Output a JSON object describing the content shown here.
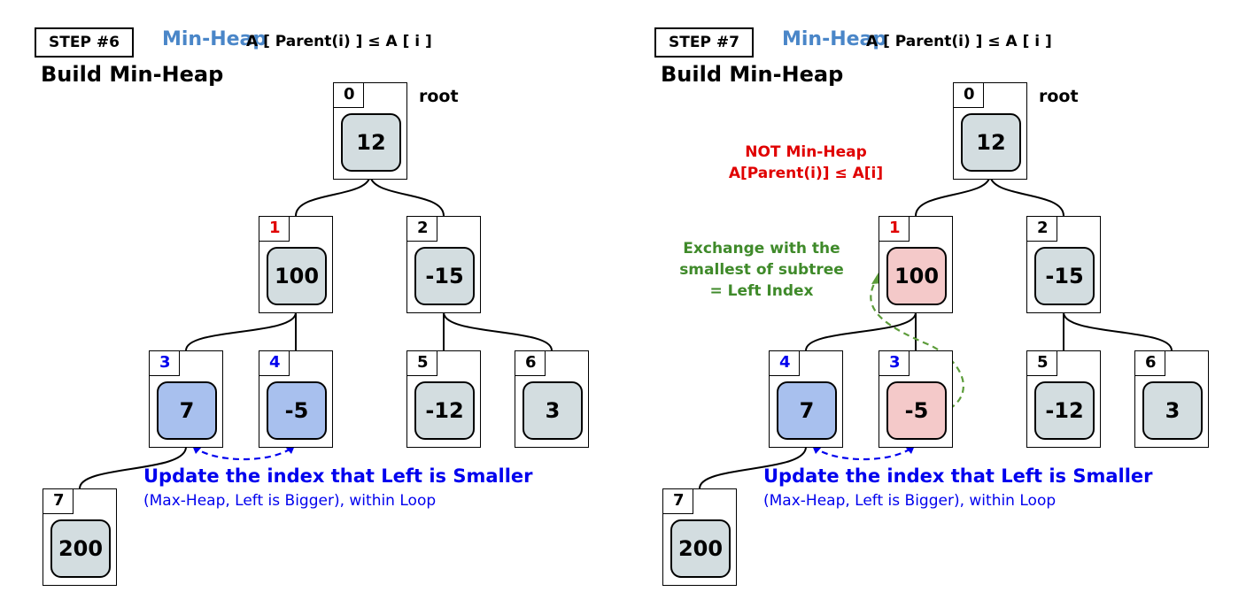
{
  "panels": [
    {
      "step": "STEP #6",
      "heap_title": "Min-Heap",
      "formula": "A [ Parent(i) ] ≤ A [ i ]",
      "subtitle": "Build Min-Heap",
      "root_label": "root",
      "nodes": [
        {
          "index": "0",
          "value": "12",
          "index_color": "black",
          "fill": "grey"
        },
        {
          "index": "1",
          "value": "100",
          "index_color": "red",
          "fill": "grey"
        },
        {
          "index": "2",
          "value": "-15",
          "index_color": "black",
          "fill": "grey"
        },
        {
          "index": "3",
          "value": "7",
          "index_color": "blue",
          "fill": "blue"
        },
        {
          "index": "4",
          "value": "-5",
          "index_color": "blue",
          "fill": "blue"
        },
        {
          "index": "5",
          "value": "-12",
          "index_color": "black",
          "fill": "grey"
        },
        {
          "index": "6",
          "value": "3",
          "index_color": "black",
          "fill": "grey"
        },
        {
          "index": "7",
          "value": "200",
          "index_color": "black",
          "fill": "grey"
        }
      ],
      "note_main": "Update the index that Left is Smaller",
      "note_sub": "(Max-Heap, Left is Bigger), within Loop"
    },
    {
      "step": "STEP #7",
      "heap_title": "Min-Heap",
      "formula": "A [ Parent(i) ] ≤ A [ i ]",
      "subtitle": "Build Min-Heap",
      "root_label": "root",
      "nodes": [
        {
          "index": "0",
          "value": "12",
          "index_color": "black",
          "fill": "grey"
        },
        {
          "index": "1",
          "value": "100",
          "index_color": "red",
          "fill": "pink"
        },
        {
          "index": "2",
          "value": "-15",
          "index_color": "black",
          "fill": "grey"
        },
        {
          "index": "4",
          "value": "7",
          "index_color": "blue",
          "fill": "blue"
        },
        {
          "index": "3",
          "value": "-5",
          "index_color": "blue",
          "fill": "pink"
        },
        {
          "index": "5",
          "value": "-12",
          "index_color": "black",
          "fill": "grey"
        },
        {
          "index": "6",
          "value": "3",
          "index_color": "black",
          "fill": "grey"
        },
        {
          "index": "7",
          "value": "200",
          "index_color": "black",
          "fill": "grey"
        }
      ],
      "note_main": "Update the index that Left is Smaller",
      "note_sub": "(Max-Heap, Left is Bigger), within Loop",
      "warning": [
        "NOT Min-Heap",
        "A[Parent(i)] ≤ A[i]"
      ],
      "exchange_note": [
        "Exchange with the",
        "smallest of subtree",
        "= Left Index"
      ]
    }
  ],
  "colors": {
    "heap_title": "#4a86c8",
    "red": "#e00000",
    "blue": "#0000ee",
    "green": "#3f8a2a",
    "grey_fill": "#d3dde0",
    "blue_fill": "#a8c0ee",
    "pink_fill": "#f4c9c9"
  }
}
